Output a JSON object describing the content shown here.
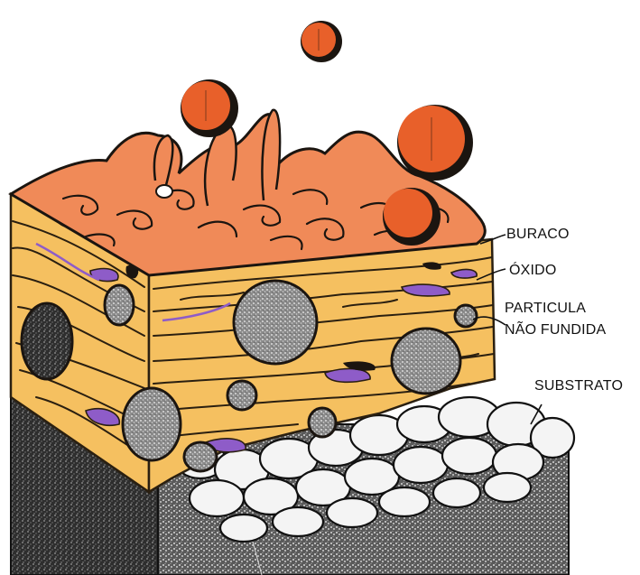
{
  "labels": {
    "buraco": "BURACO",
    "oxido": "ÓXIDO",
    "particula_line1": "PARTICULA",
    "particula_line2": "NÃO FUNDIDA",
    "substrato": "SUBSTRATO"
  },
  "colors": {
    "splat": "#F5C060",
    "splat_outline": "#2a1f10",
    "top_layer": "#F08A58",
    "droplet": "#E8602A",
    "oxide": "#8E5CC8",
    "substrate_dark": "#3b3b3b",
    "substrate_light": "#f4f4f4"
  }
}
